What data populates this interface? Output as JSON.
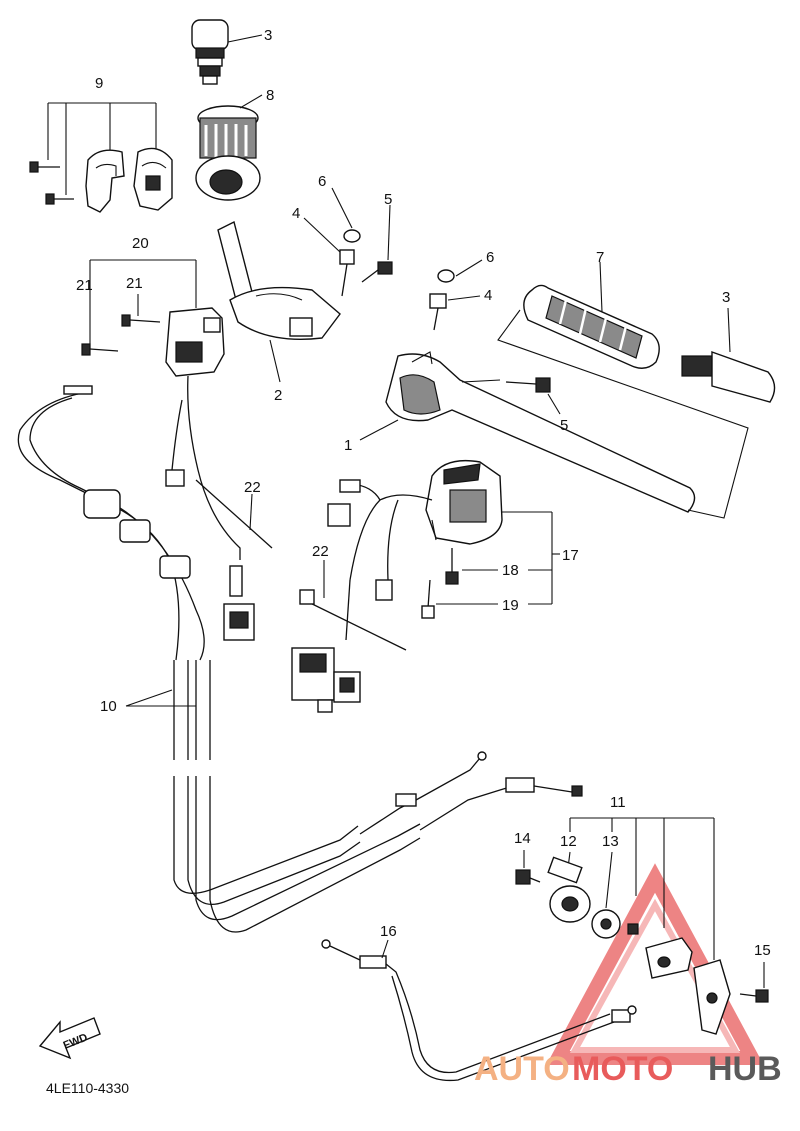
{
  "diagram": {
    "code": "4LE110-4330",
    "fwd_label": "FWD",
    "watermark": {
      "part1": "AUTO",
      "part2": "MOTO",
      "part3": "HUB",
      "colors": {
        "auto": "#f4b183",
        "moto": "#e85b5b",
        "hub": "#5a5a5a",
        "triangle": "#e85b5b"
      }
    },
    "callouts": {
      "c1": "1",
      "c2": "2",
      "c3a": "3",
      "c3b": "3",
      "c4a": "4",
      "c4b": "4",
      "c5a": "5",
      "c5b": "5",
      "c6a": "6",
      "c6b": "6",
      "c7": "7",
      "c8": "8",
      "c9": "9",
      "c10": "10",
      "c11": "11",
      "c12": "12",
      "c13": "13",
      "c14": "14",
      "c15": "15",
      "c16": "16",
      "c17": "17",
      "c18": "18",
      "c19": "19",
      "c20": "20",
      "c21a": "21",
      "c21b": "21",
      "c22a": "22",
      "c22b": "22"
    }
  }
}
